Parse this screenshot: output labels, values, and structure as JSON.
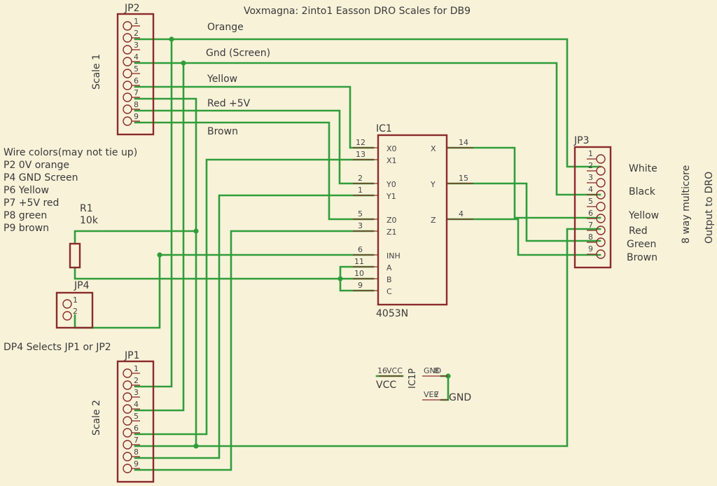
{
  "title": "Voxmagna: 2into1 Easson DRO Scales for DB9",
  "colors": {
    "background": "#f8f2d9",
    "wire": "#2f9e3a",
    "component": "#8a2b2b",
    "text": "#3a3a3a"
  },
  "wire_labels": {
    "orange": "Orange",
    "gnd": "Gnd (Screen)",
    "yellow": "Yellow",
    "red": "Red +5V",
    "brown": "Brown"
  },
  "notes": [
    "Wire colors(may not tie up)",
    "P2 0V orange",
    "P4 GND Screen",
    "P6 Yellow",
    "P7 +5V red",
    "P8 green",
    "P9 brown"
  ],
  "jp2": {
    "name": "JP2",
    "side": "Scale 1",
    "pins": [
      "1",
      "2",
      "3",
      "4",
      "5",
      "6",
      "7",
      "8",
      "9"
    ]
  },
  "jp1": {
    "name": "JP1",
    "side": "Scale 2",
    "pins": [
      "1",
      "2",
      "3",
      "4",
      "5",
      "6",
      "7",
      "8",
      "9"
    ]
  },
  "jp3": {
    "name": "JP3",
    "pins": [
      "1",
      "2",
      "3",
      "4",
      "5",
      "6",
      "7",
      "8",
      "9"
    ],
    "colors": [
      "White",
      "Black",
      "Yellow",
      "Red",
      "Green",
      "Brown"
    ],
    "side1": "8 way multicore",
    "side2": "Output to DRO"
  },
  "jp4": {
    "name": "JP4",
    "pins": [
      "1",
      "2"
    ],
    "caption": "DP4 Selects JP1 or JP2"
  },
  "r1": {
    "name": "R1",
    "value": "10k"
  },
  "ic1": {
    "name": "IC1",
    "part": "4053N",
    "left_pins": [
      {
        "num": "12",
        "label": "X0"
      },
      {
        "num": "13",
        "label": "X1"
      },
      {
        "num": "2",
        "label": "Y0"
      },
      {
        "num": "1",
        "label": "Y1"
      },
      {
        "num": "5",
        "label": "Z0"
      },
      {
        "num": "3",
        "label": "Z1"
      },
      {
        "num": "6",
        "label": "INH"
      },
      {
        "num": "11",
        "label": "A"
      },
      {
        "num": "10",
        "label": "B"
      },
      {
        "num": "9",
        "label": "C"
      }
    ],
    "right_pins": [
      {
        "num": "14",
        "label": "X"
      },
      {
        "num": "15",
        "label": "Y"
      },
      {
        "num": "4",
        "label": "Z"
      }
    ]
  },
  "ic1p": {
    "name": "IC1P",
    "vcc_num": "16",
    "vcc_pin": "VCC",
    "vcc_net": "VCC",
    "gnd_num": "8",
    "gnd_pin": "GND",
    "vee_num": "7",
    "vee_pin": "VEE",
    "gnd_net": "GND"
  }
}
